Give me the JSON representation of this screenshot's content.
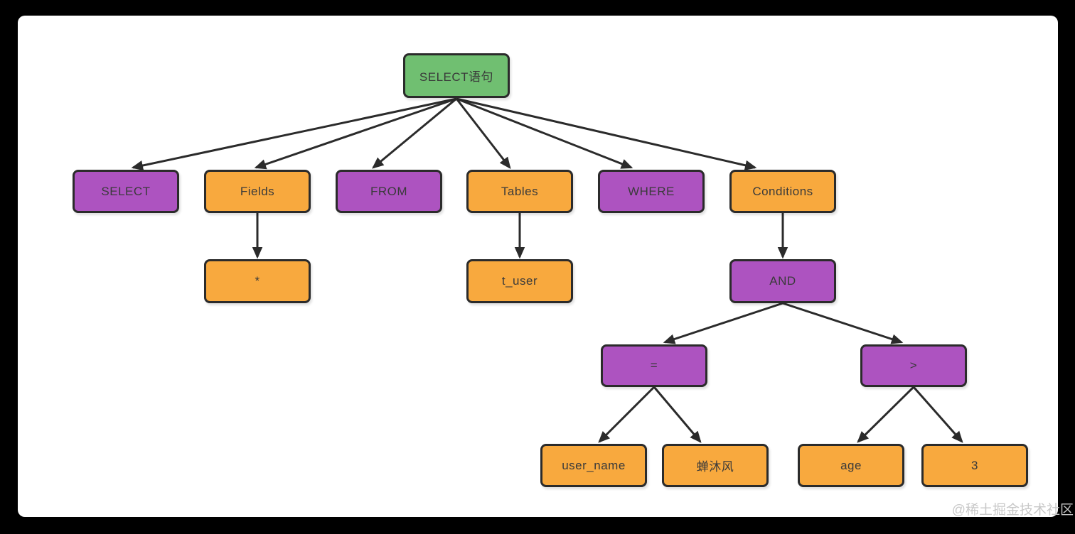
{
  "page": {
    "frame_color": "#000000",
    "canvas_color": "#ffffff"
  },
  "watermark": {
    "text": "@稀土掘金技术社区",
    "color": "#c8c8c8"
  },
  "palette": {
    "green": "#70bf71",
    "purple": "#ad53c0",
    "orange": "#f8a93e",
    "edge_stroke": "#2b2b2b",
    "node_text": "#3a3a3a"
  },
  "diagram": {
    "type": "tree",
    "description": "SQL SELECT statement parse tree",
    "nodes": [
      {
        "id": "root",
        "label": "SELECT语句",
        "color": "green"
      },
      {
        "id": "select",
        "label": "SELECT",
        "color": "purple"
      },
      {
        "id": "fields",
        "label": "Fields",
        "color": "orange"
      },
      {
        "id": "from",
        "label": "FROM",
        "color": "purple"
      },
      {
        "id": "tables",
        "label": "Tables",
        "color": "orange"
      },
      {
        "id": "where",
        "label": "WHERE",
        "color": "purple"
      },
      {
        "id": "conditions",
        "label": "Conditions",
        "color": "orange"
      },
      {
        "id": "star",
        "label": "*",
        "color": "orange"
      },
      {
        "id": "t_user",
        "label": "t_user",
        "color": "orange"
      },
      {
        "id": "and",
        "label": "AND",
        "color": "purple"
      },
      {
        "id": "equals",
        "label": "=",
        "color": "purple"
      },
      {
        "id": "greater_than",
        "label": ">",
        "color": "purple"
      },
      {
        "id": "user_name",
        "label": "user_name",
        "color": "orange"
      },
      {
        "id": "chanmufeng",
        "label": "蝉沐风",
        "color": "orange"
      },
      {
        "id": "age",
        "label": "age",
        "color": "orange"
      },
      {
        "id": "three",
        "label": "3",
        "color": "orange"
      }
    ],
    "edges": [
      {
        "from": "root",
        "to": "select"
      },
      {
        "from": "root",
        "to": "fields"
      },
      {
        "from": "root",
        "to": "from"
      },
      {
        "from": "root",
        "to": "tables"
      },
      {
        "from": "root",
        "to": "where"
      },
      {
        "from": "root",
        "to": "conditions"
      },
      {
        "from": "fields",
        "to": "star"
      },
      {
        "from": "tables",
        "to": "t_user"
      },
      {
        "from": "conditions",
        "to": "and"
      },
      {
        "from": "and",
        "to": "equals"
      },
      {
        "from": "and",
        "to": "greater_than"
      },
      {
        "from": "equals",
        "to": "user_name"
      },
      {
        "from": "equals",
        "to": "chanmufeng"
      },
      {
        "from": "greater_than",
        "to": "age"
      },
      {
        "from": "greater_than",
        "to": "three"
      }
    ]
  }
}
